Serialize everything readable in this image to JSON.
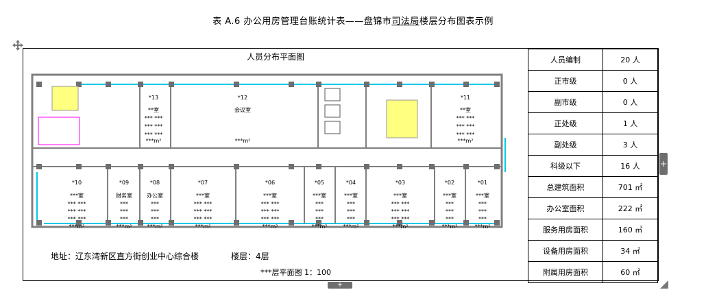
{
  "title": {
    "prefix": "表 A.6   办公用房管理台账统计表——盘锦市",
    "underlined": "司法局",
    "suffix": "楼层分布图表示例"
  },
  "plan": {
    "heading": "人员分布平面图",
    "address": "地址：辽东湾新区直方街创业中心综合楼",
    "floor": "楼层：4层",
    "scale": "***层平面图   1：100",
    "rooms_top": [
      {
        "id": "*13",
        "name": "**室",
        "occupants": [
          "***  ***",
          "***  ***",
          "***  ***"
        ],
        "area": "***m²"
      },
      {
        "id": "*12",
        "name": "会议室",
        "occupants": [],
        "area": "***m²"
      },
      {
        "id": "*11",
        "name": "**室",
        "occupants": [
          "***  ***",
          "***  ***",
          "***  ***"
        ],
        "area": "***m²"
      }
    ],
    "rooms_bottom": [
      {
        "id": "*10",
        "name": "***室",
        "occupants": [
          "***  ***",
          "***  ***",
          "***  ***"
        ],
        "area": "***m²"
      },
      {
        "id": "*09",
        "name": "财务室",
        "occupants": [
          "***",
          "***",
          "***"
        ],
        "area": "***m²"
      },
      {
        "id": "*08",
        "name": "办公室",
        "occupants": [
          "***",
          "***",
          "***"
        ],
        "area": "***m²"
      },
      {
        "id": "*07",
        "name": "***室",
        "occupants": [
          "***  ***",
          "***  ***",
          "***  ***"
        ],
        "area": "***m²"
      },
      {
        "id": "*06",
        "name": "***室",
        "occupants": [
          "***  ***",
          "***  ***",
          "***  ***"
        ],
        "area": "***m²"
      },
      {
        "id": "*05",
        "name": "***室",
        "occupants": [
          "***",
          "***",
          "***"
        ],
        "area": "***m²"
      },
      {
        "id": "*04",
        "name": "***室",
        "occupants": [
          "***",
          "***",
          "***"
        ],
        "area": "***m²"
      },
      {
        "id": "*03",
        "name": "***室",
        "occupants": [
          "***  ***",
          "***  ***",
          "***  ***"
        ],
        "area": "***m²"
      },
      {
        "id": "*02",
        "name": "***室",
        "occupants": [
          "***",
          "***",
          "***"
        ],
        "area": "***m²"
      },
      {
        "id": "*01",
        "name": "***室",
        "occupants": [
          "***",
          "***",
          "***"
        ],
        "area": "***m²"
      }
    ]
  },
  "stats": [
    {
      "label": "人员编制",
      "value": "20 人"
    },
    {
      "label": "正市级",
      "value": "0 人"
    },
    {
      "label": "副市级",
      "value": "0 人"
    },
    {
      "label": "正处级",
      "value": "1 人"
    },
    {
      "label": "副处级",
      "value": "3 人"
    },
    {
      "label": "科级以下",
      "value": "16 人"
    },
    {
      "label": "总建筑面积",
      "value": "701 ㎡"
    },
    {
      "label": "办公室面积",
      "value": "222 ㎡"
    },
    {
      "label": "服务用房面积",
      "value": "160 ㎡"
    },
    {
      "label": "设备用房面积",
      "value": "34 ㎡"
    },
    {
      "label": "附属用房面积",
      "value": "60 ㎡"
    }
  ],
  "controls": {
    "side_button": "+",
    "bottom_button": "+"
  },
  "colors": {
    "wall": "#7f7f7f",
    "window": "#00c8e8",
    "stair": "#ffff80",
    "fixture": "#ff00ff",
    "pillar": "#6e6e6e"
  }
}
